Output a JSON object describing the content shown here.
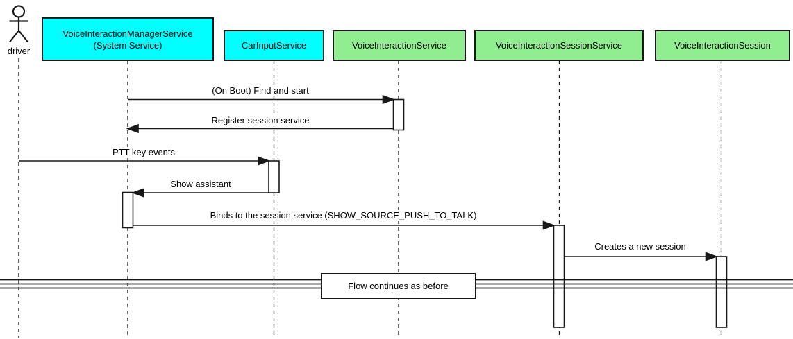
{
  "diagram": {
    "type": "uml-sequence",
    "participants": [
      {
        "id": "driver",
        "kind": "actor",
        "label": "driver"
      },
      {
        "id": "voice-interaction-manager-service",
        "kind": "participant",
        "label": "VoiceInteractionManagerService",
        "sublabel": "(System Service)",
        "fill": "#00FFFF"
      },
      {
        "id": "car-input-service",
        "kind": "participant",
        "label": "CarInputService",
        "fill": "#00FFFF"
      },
      {
        "id": "voice-interaction-service",
        "kind": "participant",
        "label": "VoiceInteractionService",
        "fill": "#90EE90"
      },
      {
        "id": "voice-interaction-session-service",
        "kind": "participant",
        "label": "VoiceInteractionSessionService",
        "fill": "#90EE90"
      },
      {
        "id": "voice-interaction-session",
        "kind": "participant",
        "label": "VoiceInteractionSession",
        "fill": "#90EE90"
      }
    ],
    "messages": [
      {
        "label": "(On Boot) Find and start",
        "from": "voice-interaction-manager-service",
        "to": "voice-interaction-service",
        "direction": "right"
      },
      {
        "label": "Register session service",
        "from": "voice-interaction-service",
        "to": "voice-interaction-manager-service",
        "direction": "left"
      },
      {
        "label": "PTT key events",
        "from": "driver",
        "to": "car-input-service",
        "direction": "right"
      },
      {
        "label": "Show assistant",
        "from": "car-input-service",
        "to": "voice-interaction-manager-service",
        "direction": "left"
      },
      {
        "label": "Binds to the session service (SHOW_SOURCE_PUSH_TO_TALK)",
        "from": "voice-interaction-manager-service",
        "to": "voice-interaction-session-service",
        "direction": "right"
      },
      {
        "label": "Creates a new session",
        "from": "voice-interaction-session-service",
        "to": "voice-interaction-session",
        "direction": "right"
      }
    ],
    "divider": {
      "label": "Flow continues as before"
    },
    "colors": {
      "line": "#181818",
      "cyan_fill": "#00FFFF",
      "green_fill": "#90EE90",
      "activation_fill": "#FFFFFF",
      "background": "#FFFFFF"
    }
  }
}
